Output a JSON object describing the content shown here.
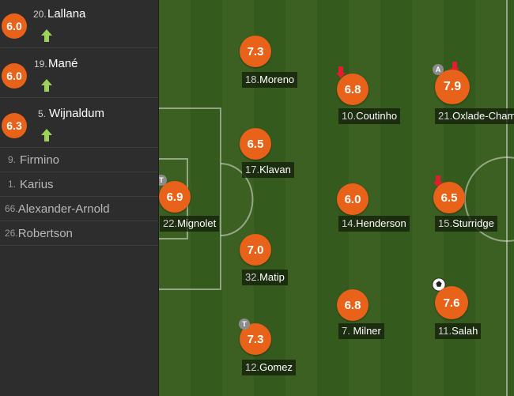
{
  "subs": [
    {
      "rating": "6.0",
      "num": "20.",
      "name": "Lallana"
    },
    {
      "rating": "6.0",
      "num": "19.",
      "name": "Mané"
    },
    {
      "rating": "6.3",
      "num": "5.",
      "name": "Wijnaldum"
    }
  ],
  "bench": [
    {
      "num": "9.",
      "name": "Firmino"
    },
    {
      "num": "1.",
      "name": "Karius"
    },
    {
      "num": "66.",
      "name": "Alexander-Arnold"
    },
    {
      "num": "26.",
      "name": "Robertson"
    }
  ],
  "players": [
    {
      "rating": "6.9",
      "num": "22.",
      "name": "Mignolet",
      "badge": "T"
    },
    {
      "rating": "7.3",
      "num": "18.",
      "name": "Moreno"
    },
    {
      "rating": "6.5",
      "num": "17.",
      "name": "Klavan"
    },
    {
      "rating": "7.0",
      "num": "32.",
      "name": "Matip"
    },
    {
      "rating": "7.3",
      "num": "12.",
      "name": "Gomez",
      "badge": "T"
    },
    {
      "rating": "6.8",
      "num": "10.",
      "name": "Coutinho",
      "icon": "sub-off-arrow-icon"
    },
    {
      "rating": "6.0",
      "num": "14.",
      "name": "Henderson"
    },
    {
      "rating": "6.8",
      "num": "7. ",
      "name": "Milner"
    },
    {
      "rating": "7.9",
      "num": "21.",
      "name": "Oxlade-Chamberlain",
      "badge": "A",
      "icon": "sub-off-arrow-icon"
    },
    {
      "rating": "6.5",
      "num": "15.",
      "name": "Sturridge",
      "icon": "sub-off-arrow-icon"
    },
    {
      "rating": "7.6",
      "num": "11.",
      "name": "Salah",
      "icon": "goal-ball-icon"
    }
  ],
  "colors": {
    "rating": "#e8621a",
    "sub_in": "#9bd25a",
    "sub_off": "#e01e2c"
  }
}
